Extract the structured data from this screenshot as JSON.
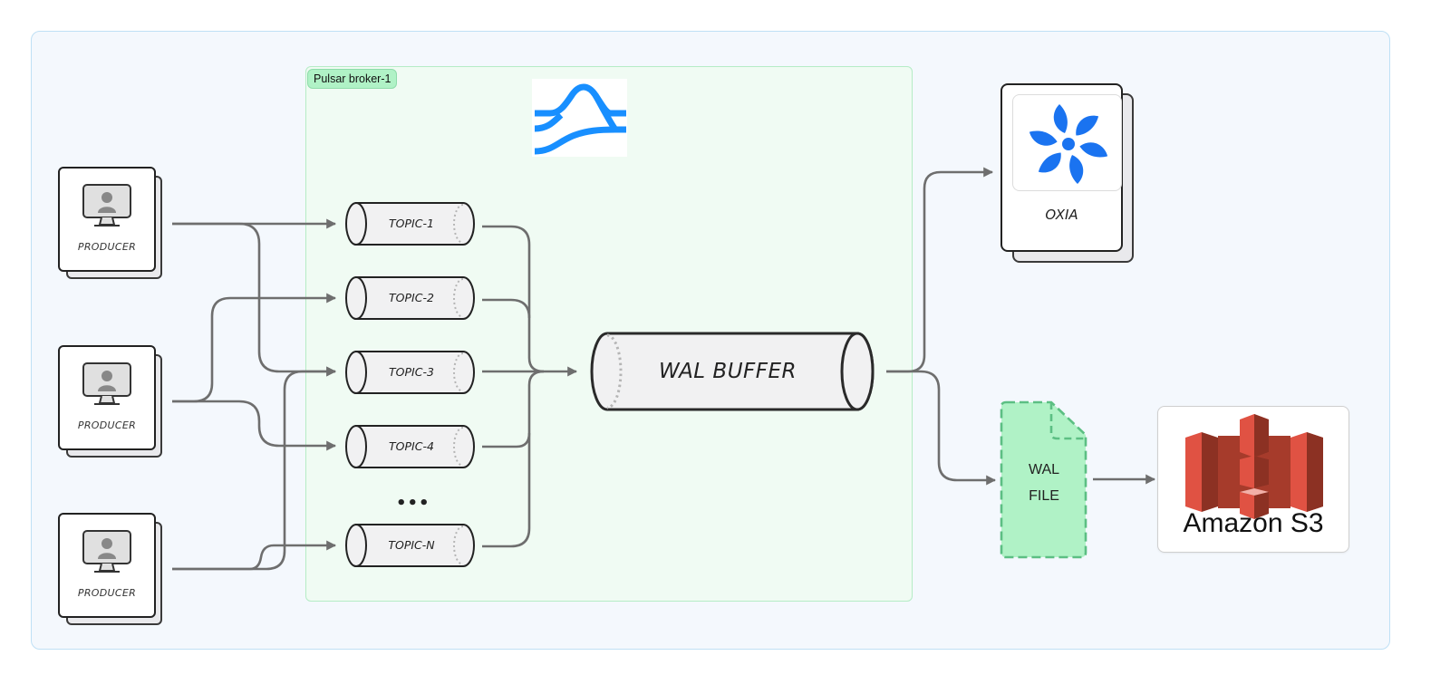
{
  "diagram": {
    "broker_label": "Pulsar broker-1",
    "producers": [
      {
        "label": "PRODUCER"
      },
      {
        "label": "PRODUCER"
      },
      {
        "label": "PRODUCER"
      }
    ],
    "topics": [
      {
        "label": "TOPIC-1"
      },
      {
        "label": "TOPIC-2"
      },
      {
        "label": "TOPIC-3"
      },
      {
        "label": "TOPIC-4"
      },
      {
        "label": "TOPIC-N"
      }
    ],
    "ellipsis": "•••",
    "wal_buffer": "WAL BUFFER",
    "oxia": "OXIA",
    "wal_file": {
      "line1": "WAL",
      "line2": "FILE"
    },
    "s3": "Amazon S3",
    "colors": {
      "connector": "#6e6e6e",
      "pulsar_blue": "#188fff",
      "oxia_blue": "#1a73f0",
      "wal_file_fill": "#b0f2c6",
      "wal_file_stroke": "#5cbf83",
      "s3_red": "#e05243"
    }
  }
}
